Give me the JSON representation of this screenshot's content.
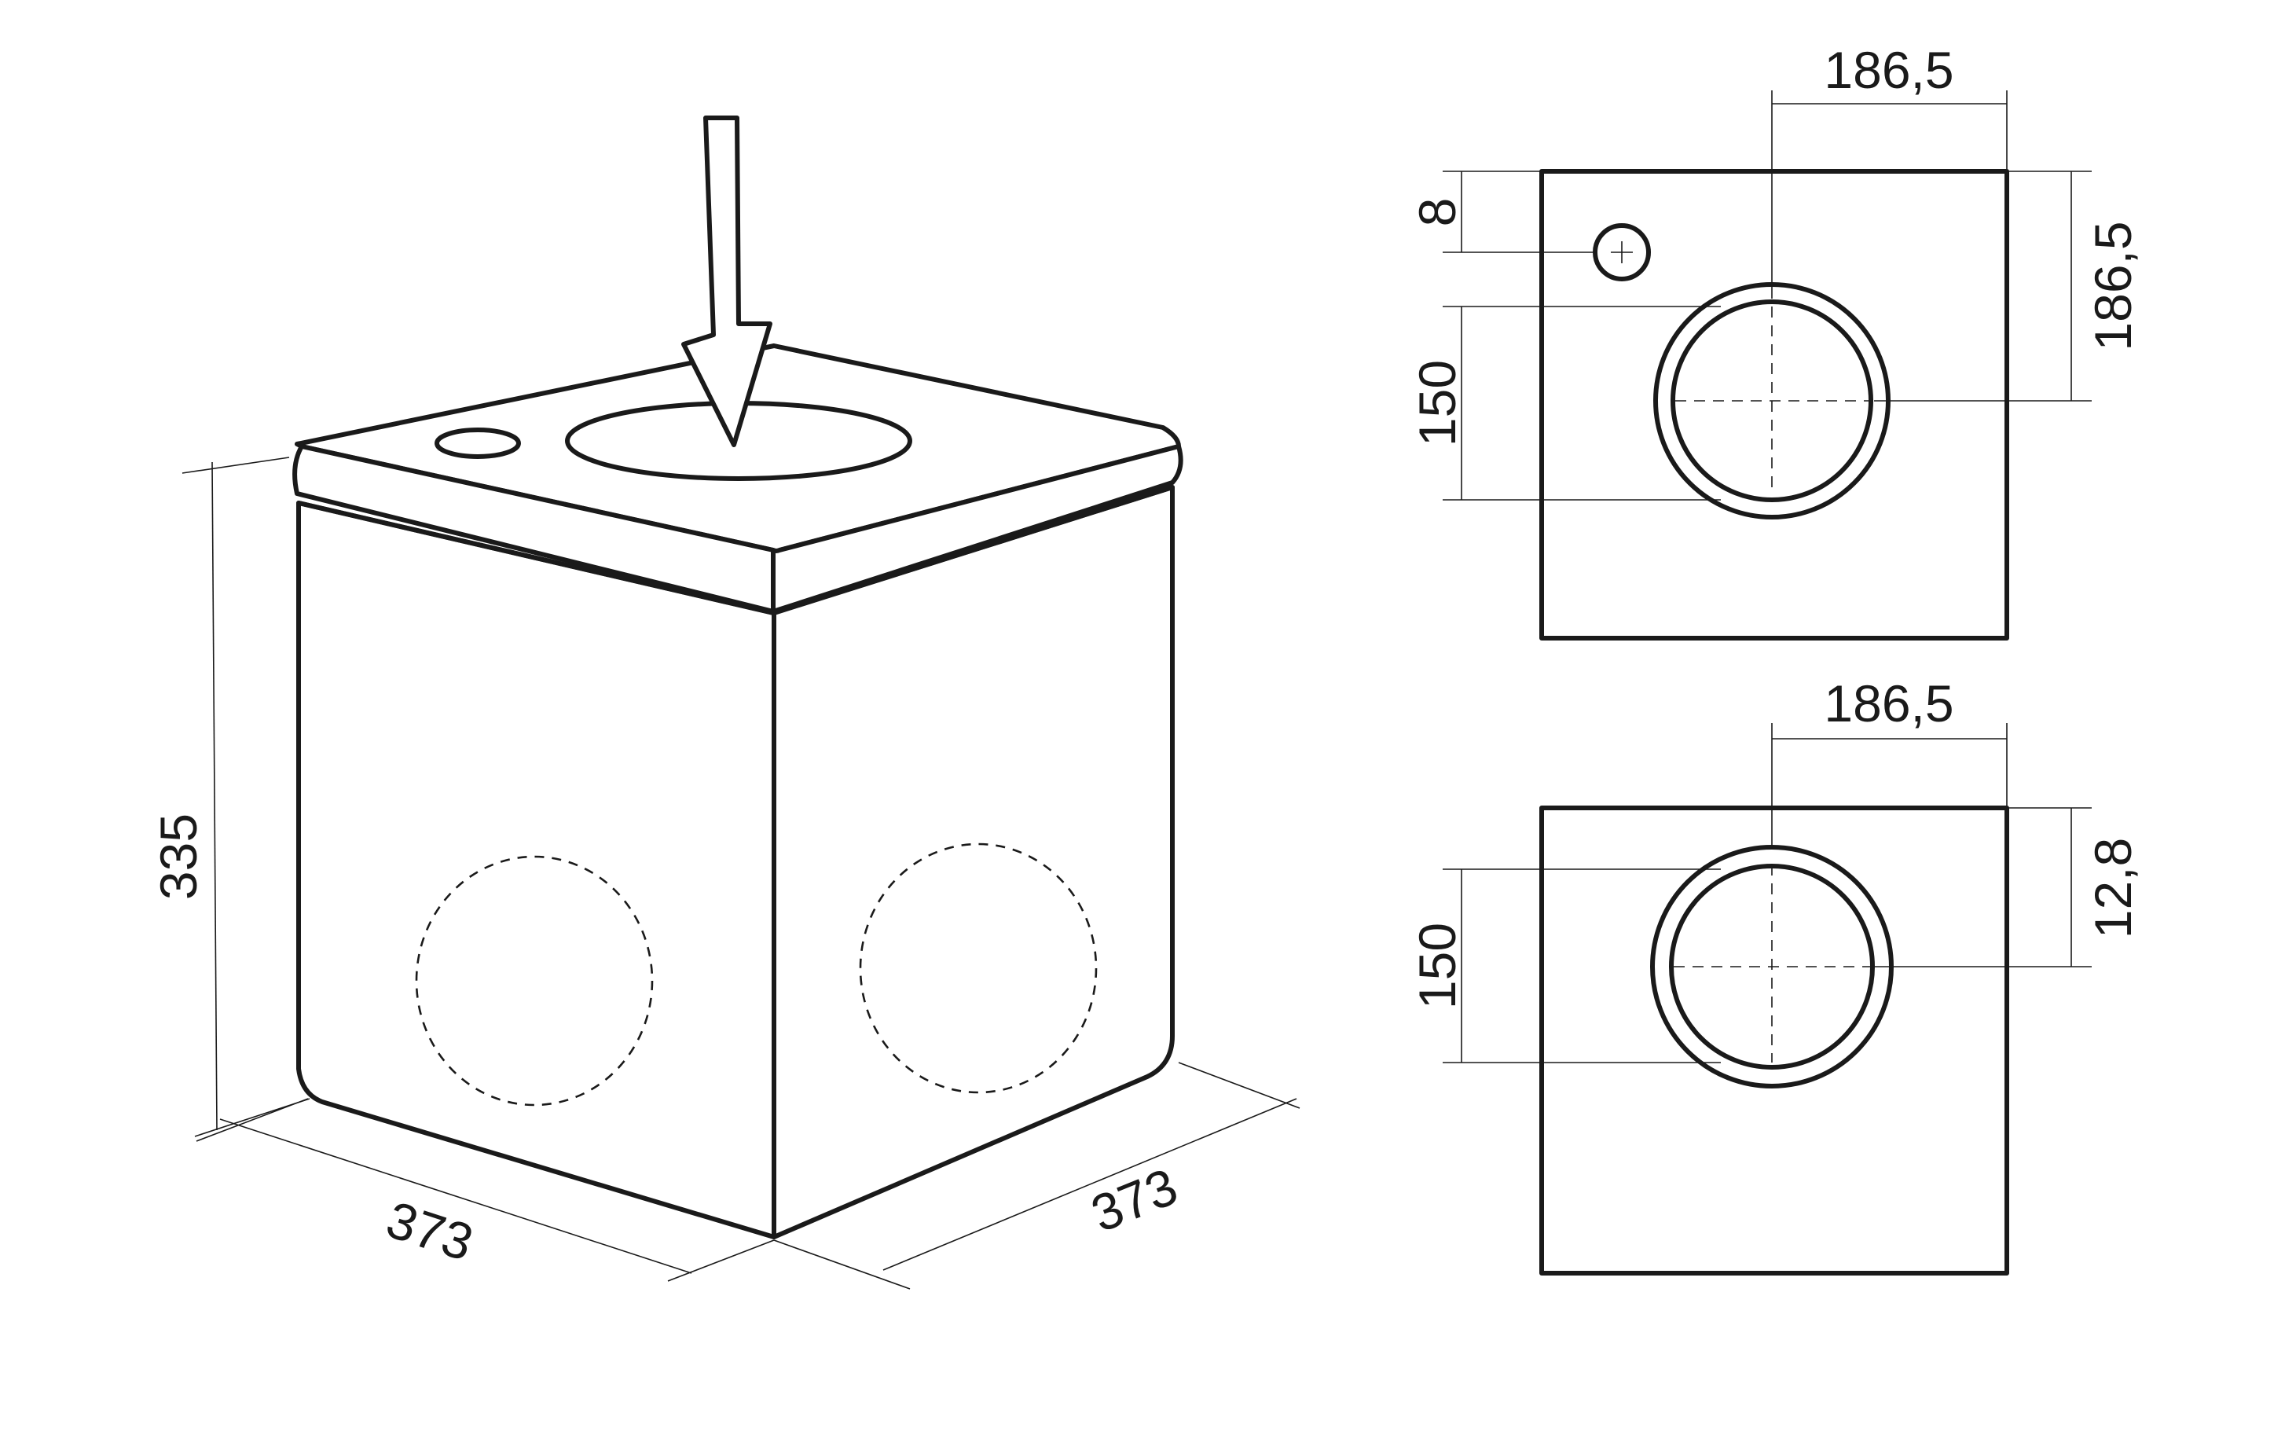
{
  "diagram": {
    "isometric": {
      "height_label": "335",
      "width_left_label": "373",
      "width_right_label": "373"
    },
    "top_view": {
      "width_offset_label": "186,5",
      "height_offset_label": "186,5",
      "small_hole_offset_label": "8",
      "main_hole_diameter_label": "150"
    },
    "side_view": {
      "width_offset_label": "186,5",
      "height_offset_label": "12,8",
      "hole_diameter_label": "150"
    }
  }
}
